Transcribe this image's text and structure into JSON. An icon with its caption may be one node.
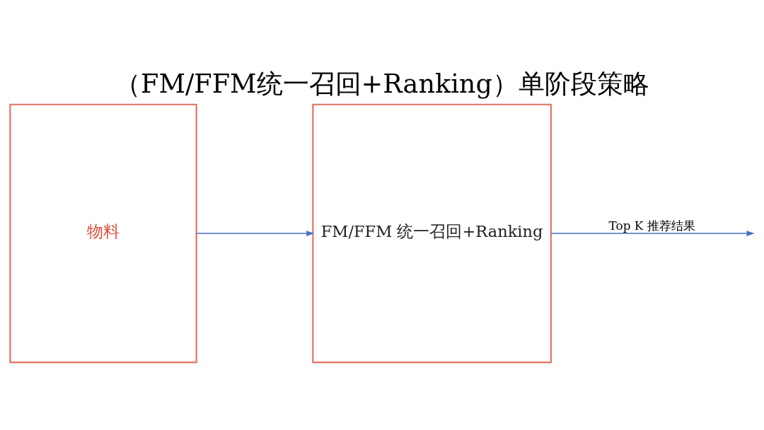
{
  "diagram": {
    "title": "（FM/FFM统一召回+Ranking）单阶段策略",
    "nodes": [
      {
        "text": [
          "物料"
        ]
      },
      {
        "text": [
          "FM/FFM 统一召回+Ranking"
        ]
      }
    ],
    "edges": [
      {
        "from": 0,
        "to": 1,
        "arrow": "to"
      },
      {
        "from": 1,
        "to": null,
        "arrow": "to",
        "label": "Top K 推荐结果"
      }
    ]
  }
}
